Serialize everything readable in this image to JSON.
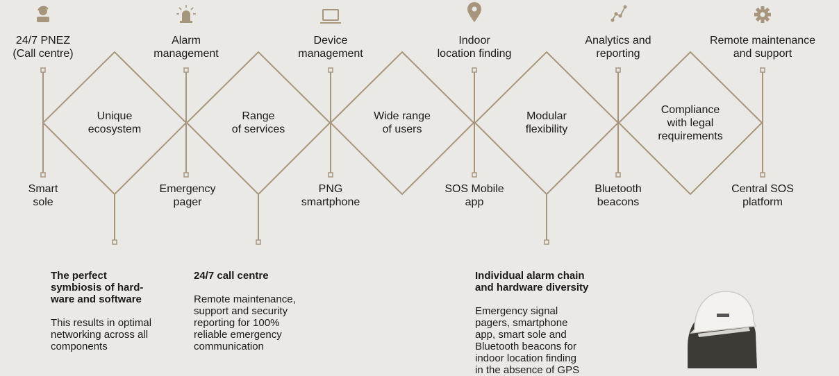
{
  "colors": {
    "line": "#a7967e",
    "background": "#ebe9e6",
    "text": "#1a1a1a"
  },
  "top_items": [
    {
      "icon": "headset-icon",
      "label": "24/7 PNEZ\n(Call centre)"
    },
    {
      "icon": "alarm-light-icon",
      "label": "Alarm\nmanagement"
    },
    {
      "icon": "laptop-icon",
      "label": "Device\nmanagement"
    },
    {
      "icon": "location-pin-icon",
      "label": "Indoor\nlocation finding"
    },
    {
      "icon": "analytics-graph-icon",
      "label": "Analytics and\nreporting"
    },
    {
      "icon": "gear-icon",
      "label": "Remote maintenance\nand support"
    }
  ],
  "diamonds": [
    "Unique\necosystem",
    "Range\nof services",
    "Wide range\nof users",
    "Modular\nflexibility",
    "Compliance\nwith legal\nrequirements"
  ],
  "bottom_items": [
    "Smart\nsole",
    "Emergency\npager",
    "PNG\nsmartphone",
    "SOS Mobile\napp",
    "Bluetooth\nbeacons",
    "Central SOS\nplatform"
  ],
  "descriptions": [
    {
      "heading": "The perfect\nsymbiosis of hard-\nware and software",
      "body": "This results in optimal\nnetworking across all\ncomponents"
    },
    {
      "heading": "24/7 call centre",
      "body": "Remote maintenance,\nsupport and security\nreporting for 100%\nreliable emergency\ncommunication"
    },
    {
      "heading": "Individual alarm chain\nand hardware diversity",
      "body": "Emergency signal\npagers, smartphone\napp, smart sole and\nBluetooth beacons for\nindoor location finding\nin the absence of GPS"
    }
  ]
}
